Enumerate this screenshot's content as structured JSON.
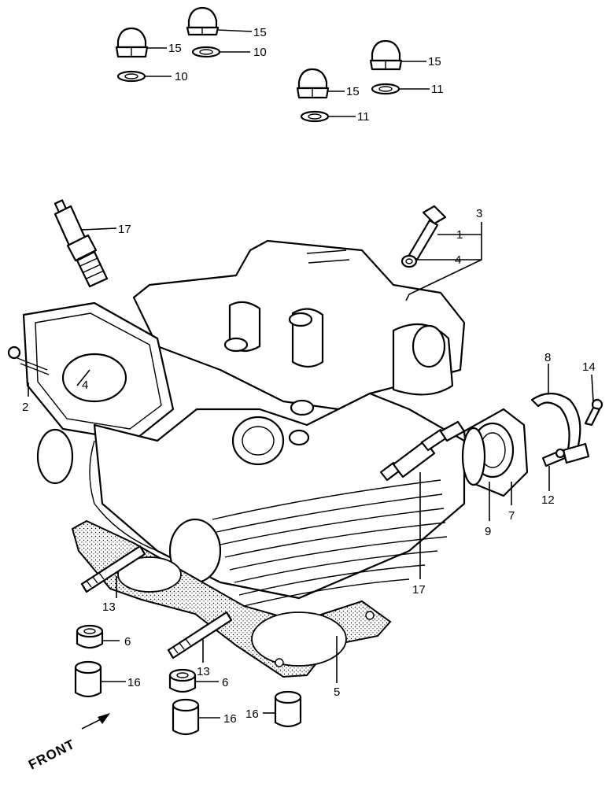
{
  "callouts": {
    "c1": "1",
    "c2": "2",
    "c3": "3",
    "c4a": "4",
    "c4b": "4",
    "c5": "5",
    "c6a": "6",
    "c6b": "6",
    "c7": "7",
    "c8": "8",
    "c9": "9",
    "c10a": "10",
    "c10b": "10",
    "c11a": "11",
    "c11b": "11",
    "c12": "12",
    "c13a": "13",
    "c13b": "13",
    "c14": "14",
    "c15a": "15",
    "c15b": "15",
    "c15c": "15",
    "c15d": "15",
    "c16a": "16",
    "c16b": "16",
    "c16c": "16",
    "c17a": "17",
    "c17b": "17"
  },
  "front_label": "FRONT"
}
